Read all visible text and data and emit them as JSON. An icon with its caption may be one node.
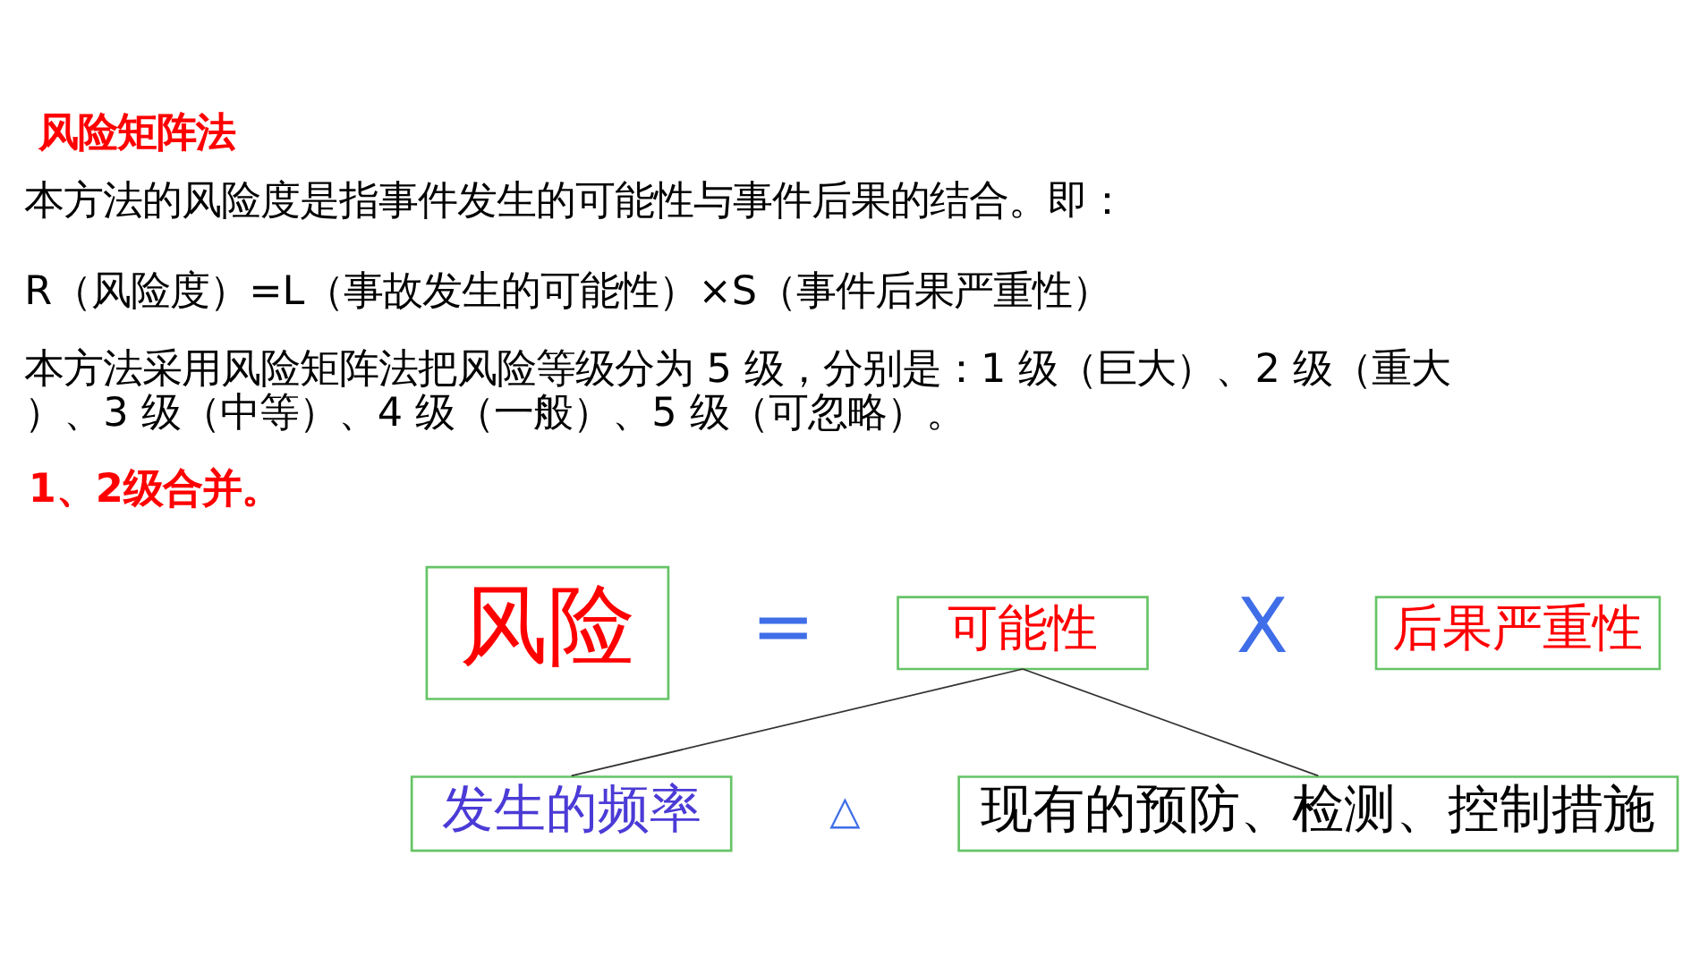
{
  "diagram": {
    "title": "风险矩阵法",
    "nodes": [
      {
        "text": [
          "风险"
        ]
      },
      {
        "text": [
          "可能性"
        ]
      },
      {
        "text": [
          "后果严重性"
        ]
      },
      {
        "text": [
          "发生的频率"
        ]
      },
      {
        "text": [
          "现有的预防、检测、控制措施"
        ]
      }
    ],
    "edges": [
      {
        "from": 1,
        "to": 3,
        "arrow": "none"
      },
      {
        "from": 1,
        "to": 4,
        "arrow": "none"
      }
    ],
    "labels": [
      "本方法的风险度是指事件发生的可能性与事件后果的结合。即：",
      "R（风险度）=L（事故发生的可能性）×S（事件后果严重性）",
      "本方法采用风险矩阵法把风险等级分为 5 级，分别是：1 级（巨大）、2 级（重大）、3 级（中等）、4 级（一般）、5 级（可忽略）。",
      "1、2级合并。",
      "=",
      "X",
      "△"
    ]
  }
}
